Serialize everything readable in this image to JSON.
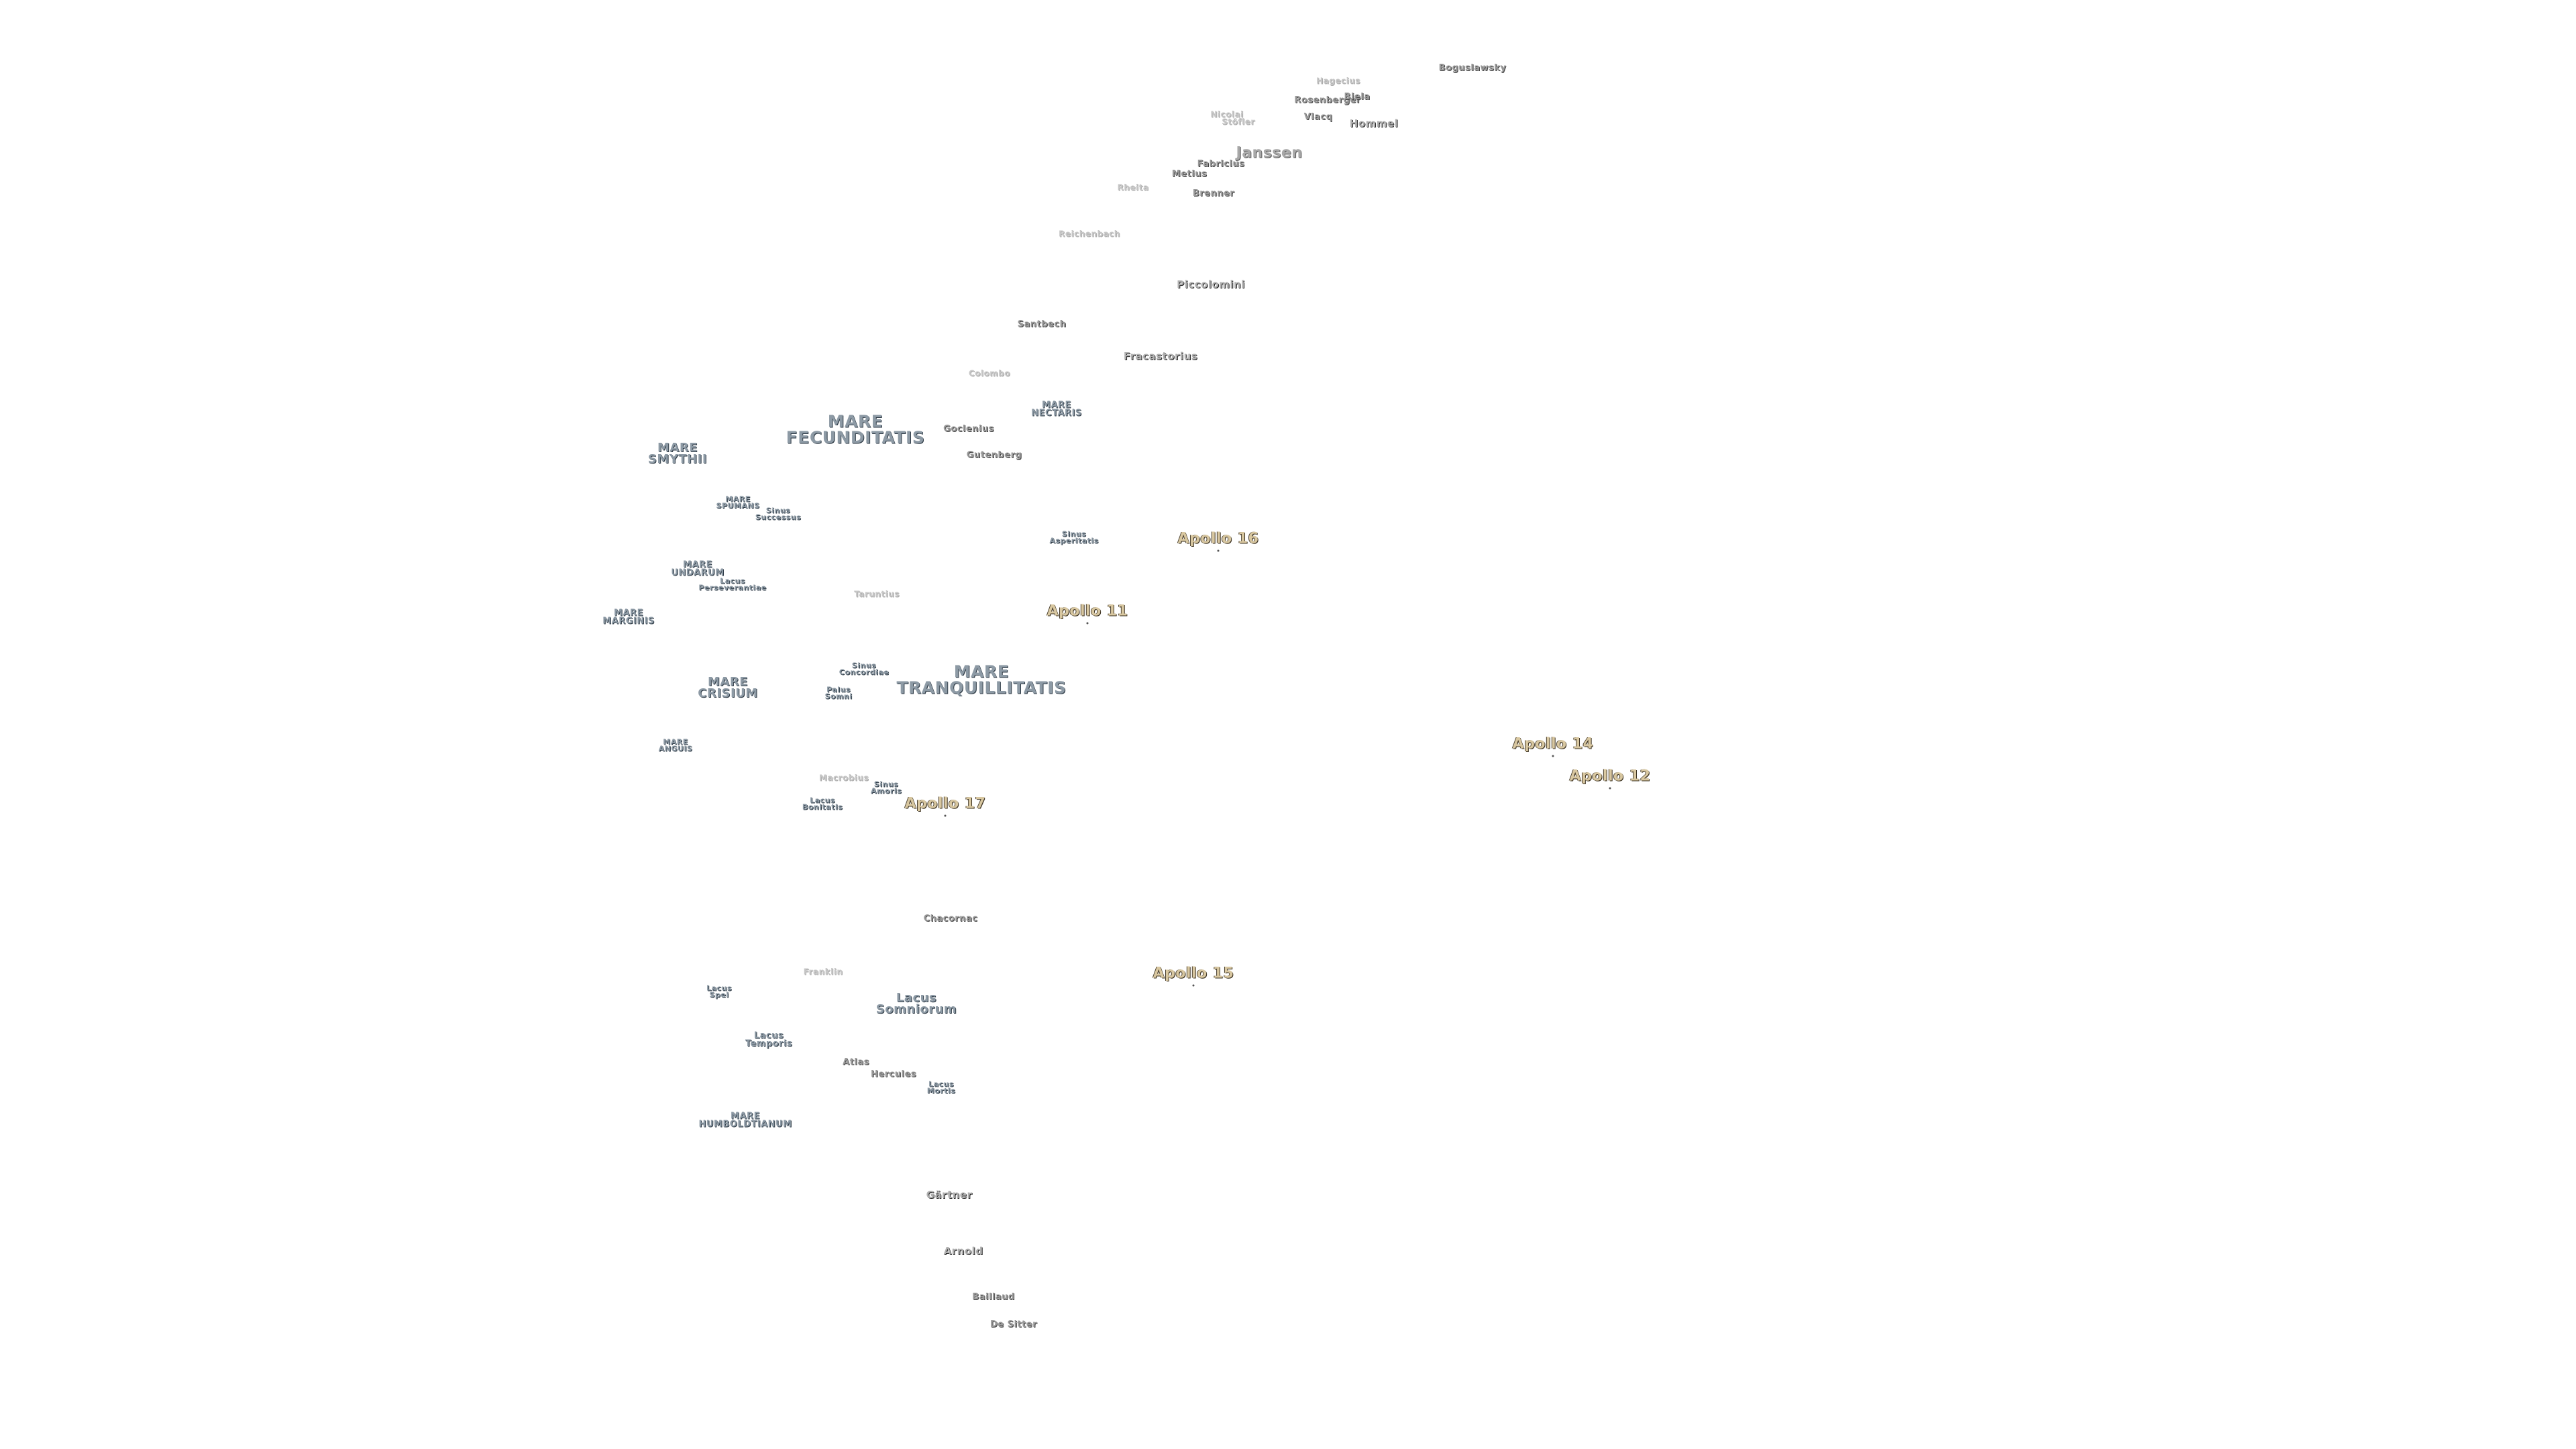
{
  "maria": {
    "fecunditatis": "MARE\nFECUNDITATIS",
    "tranquillitatis": "MARE\nTRANQUILLITATIS",
    "crisium": "MARE\nCRISIUM",
    "smythii": "MARE\nSMYTHII",
    "nectaris": "MARE\nNECTARIS",
    "spumans": "MARE\nSPUMANS",
    "undarum": "MARE\nUNDARUM",
    "marginis": "MARE\nMARGINIS",
    "anguis": "MARE\nANGUIS",
    "humboldtianum": "MARE\nHUMBOLDTIANUM",
    "sinus_successus": "Sinus\nSuccessus",
    "sinus_asperitatis": "Sinus\nAsperitatis",
    "sinus_concordiae": "Sinus\nConcordiae",
    "sinus_amoris": "Sinus\nAmoris",
    "palus_somni": "Palus\nSomni",
    "lacus_bonitatis": "Lacus\nBonitatis",
    "lacus_perseverantiae": "Lacus\nPerseverantiae",
    "lacus_somniorum": "Lacus\nSomniorum",
    "lacus_spei": "Lacus\nSpei",
    "lacus_temporis": "Lacus\nTemporis",
    "lacus_mortis": "Lacus\nMortis"
  },
  "craters": {
    "boguslawsky": "Boguslawsky",
    "hagecius": "Hagecius",
    "rosenberger": "Rosenberger",
    "biela": "Biela",
    "vlacq": "Vlacq",
    "hommel": "Hommel",
    "stofler": "Stöfler",
    "nicolai": "Nicolai",
    "janssen": "Janssen",
    "fabricius": "Fabricius",
    "metius": "Metius",
    "rheita": "Rheita",
    "brenner": "Brenner",
    "reichenbach": "Reichenbach",
    "piccolomini": "Piccolomini",
    "santbech": "Santbech",
    "fracastorius": "Fracastorius",
    "colombo": "Colombo",
    "goclenius": "Goclenius",
    "gutenberg": "Gutenberg",
    "taruntius": "Taruntius",
    "macrobius": "Macrobius",
    "chacornac": "Chacornac",
    "franklin": "Franklin",
    "atlas": "Atlas",
    "hercules": "Hercules",
    "gartner": "Gärtner",
    "arnold": "Arnold",
    "baillaud": "Baillaud",
    "de_sitter": "De Sitter"
  },
  "apollo": {
    "a11": "Apollo 11",
    "a12": "Apollo 12",
    "a14": "Apollo 14",
    "a15": "Apollo 15",
    "a16": "Apollo 16",
    "a17": "Apollo 17"
  },
  "colors": {
    "background": "#ffffff",
    "mare_text": "#8d9aa5",
    "crater_text": "#9a9a9a",
    "apollo_text": "#d8c7a0"
  }
}
